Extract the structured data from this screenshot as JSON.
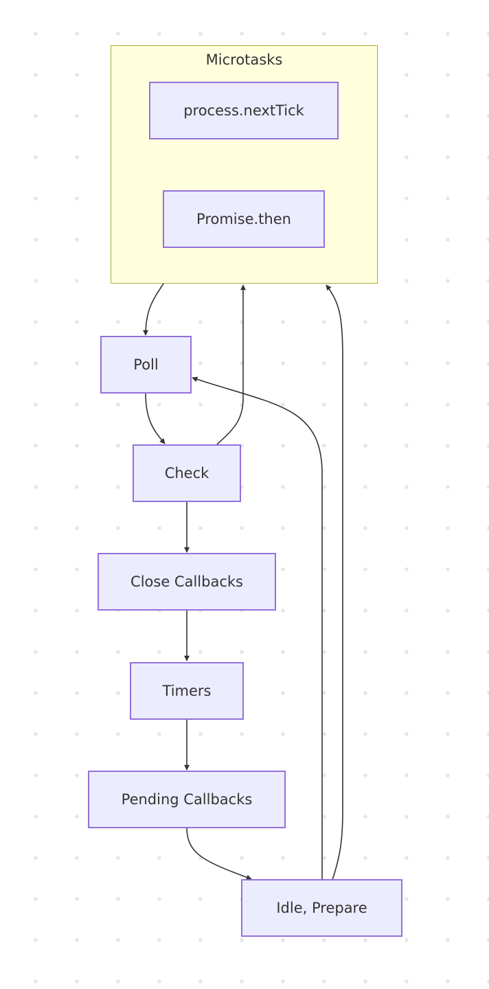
{
  "diagram": {
    "type": "flowchart",
    "colors": {
      "node_fill": "#ececff",
      "node_border": "#9370db",
      "cluster_fill": "#ffffde",
      "cluster_border": "#aaaa33",
      "edge": "#333333",
      "text": "#333333"
    },
    "cluster": {
      "id": "microtasks",
      "label": "Microtasks"
    },
    "nodes": [
      {
        "id": "nexttick",
        "label": "process.nextTick",
        "cluster": "microtasks"
      },
      {
        "id": "promise",
        "label": "Promise.then",
        "cluster": "microtasks"
      },
      {
        "id": "poll",
        "label": "Poll"
      },
      {
        "id": "check",
        "label": "Check"
      },
      {
        "id": "close",
        "label": "Close Callbacks"
      },
      {
        "id": "timers",
        "label": "Timers"
      },
      {
        "id": "pending",
        "label": "Pending Callbacks"
      },
      {
        "id": "idle",
        "label": "Idle, Prepare"
      }
    ],
    "edges": [
      {
        "from": "microtasks",
        "to": "poll"
      },
      {
        "from": "poll",
        "to": "check"
      },
      {
        "from": "check",
        "to": "microtasks"
      },
      {
        "from": "check",
        "to": "close"
      },
      {
        "from": "close",
        "to": "timers"
      },
      {
        "from": "timers",
        "to": "pending"
      },
      {
        "from": "pending",
        "to": "idle"
      },
      {
        "from": "idle",
        "to": "poll"
      },
      {
        "from": "idle",
        "to": "microtasks"
      }
    ]
  }
}
